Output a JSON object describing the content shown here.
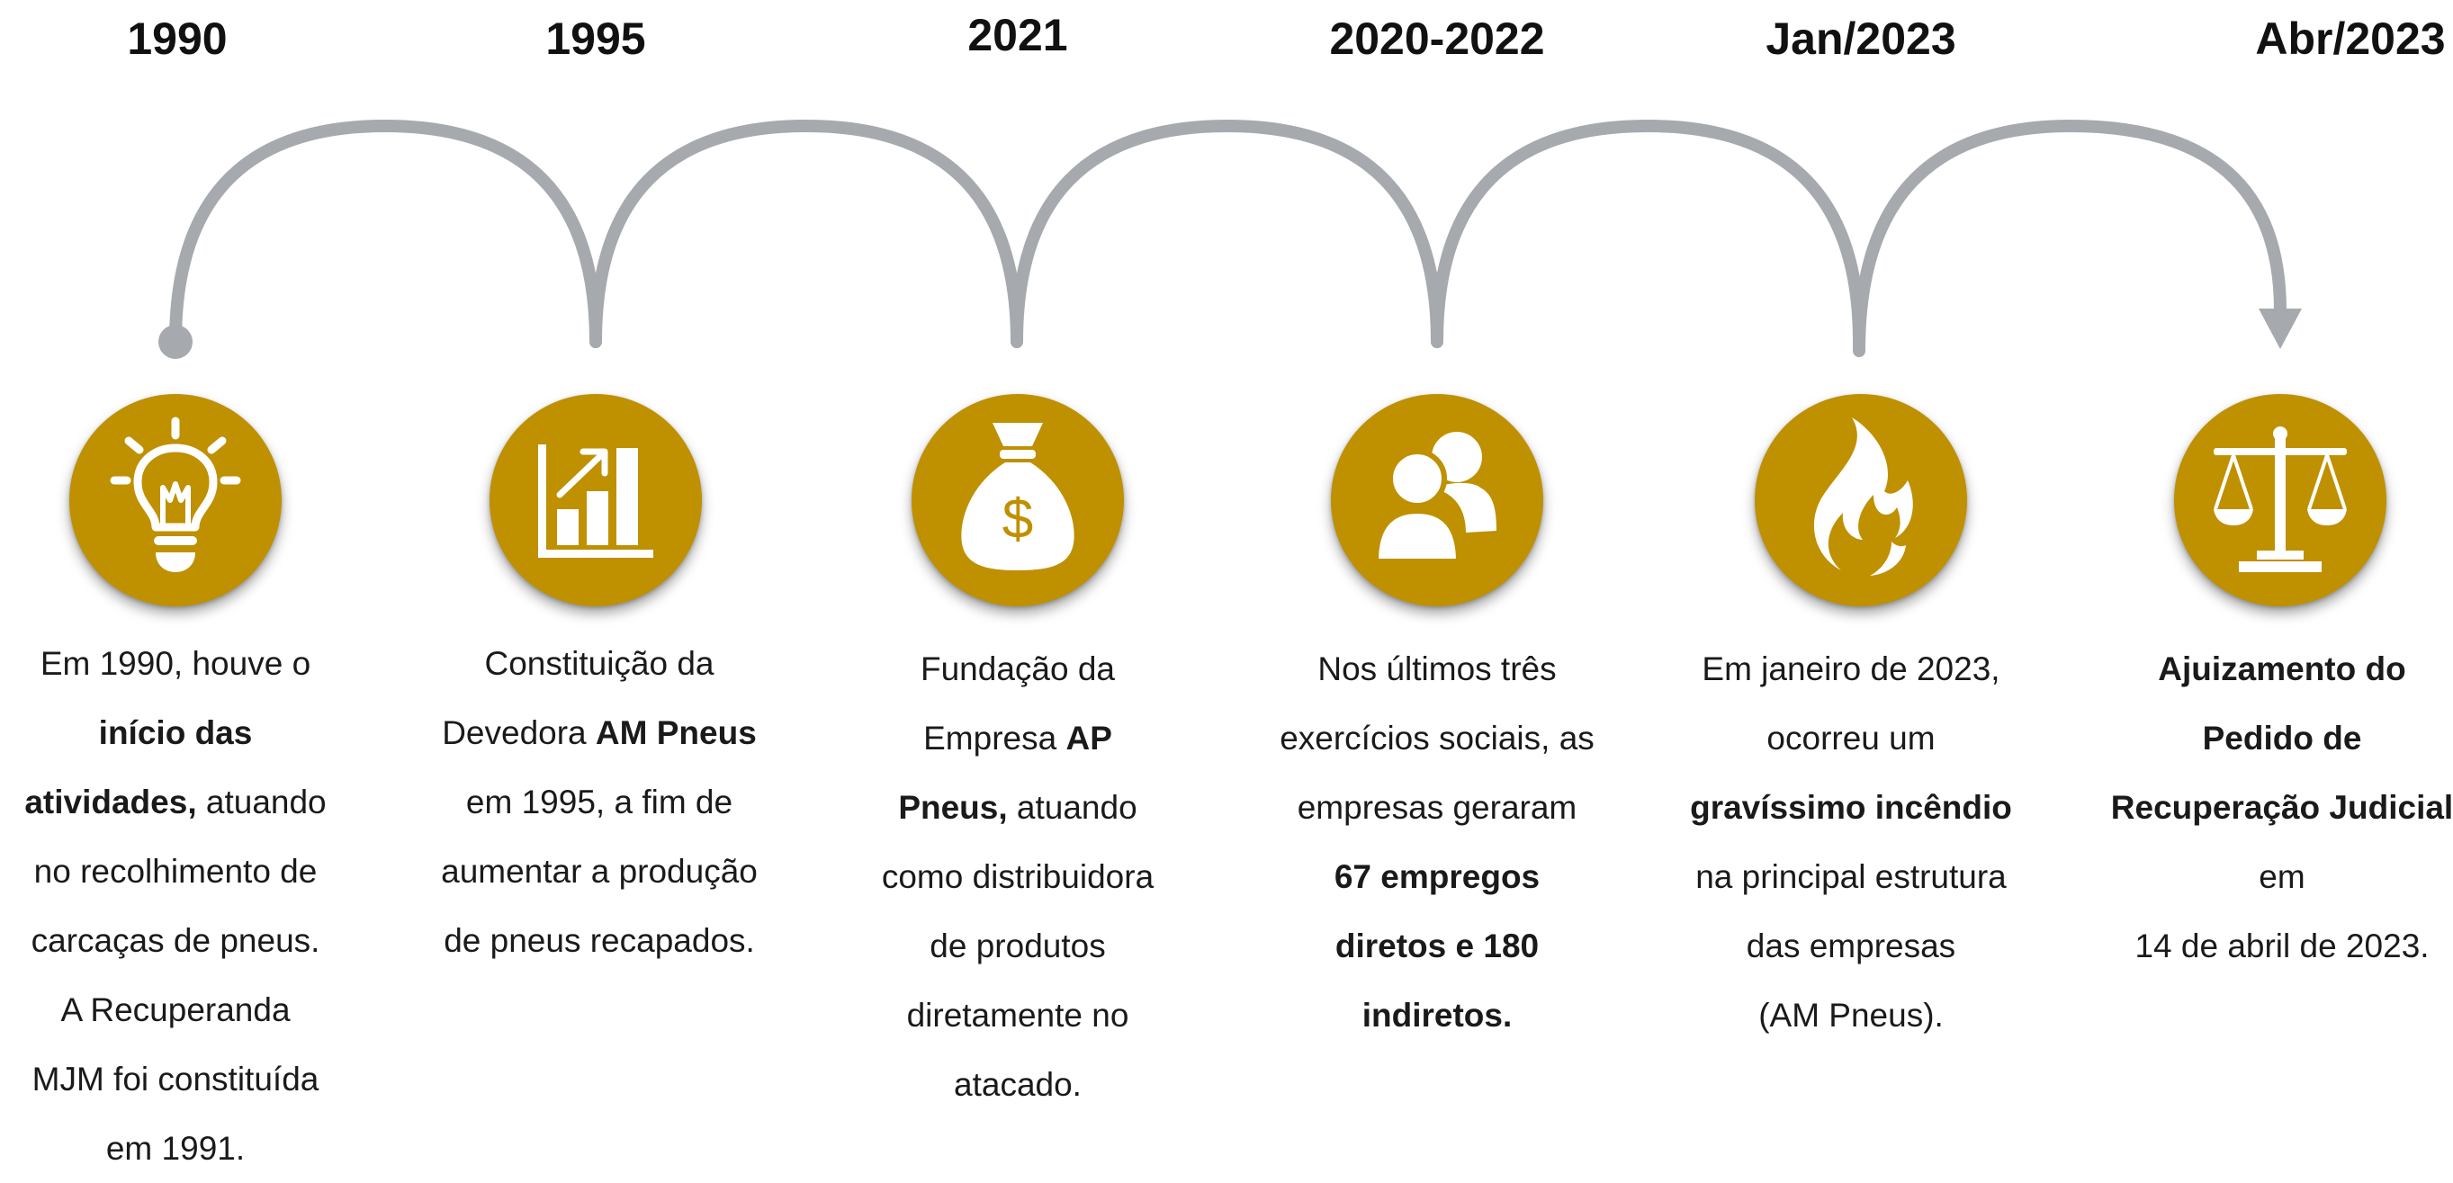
{
  "accent_color": "#bf9000",
  "connector_color": "#a6a9ae",
  "milestones": [
    {
      "year": "1990",
      "icon": "lightbulb-icon",
      "lines": [
        [
          {
            "t": "Em 1990, houve o",
            "b": false
          }
        ],
        [
          {
            "t": "início das",
            "b": true
          }
        ],
        [
          {
            "t": "atividades,",
            "b": true
          },
          {
            "t": " atuando",
            "b": false
          }
        ],
        [
          {
            "t": "no recolhimento de",
            "b": false
          }
        ],
        [
          {
            "t": "carcaças de pneus.",
            "b": false
          }
        ],
        [
          {
            "t": "A Recuperanda",
            "b": false
          }
        ],
        [
          {
            "t": "MJM foi constituída",
            "b": false
          }
        ],
        [
          {
            "t": "em 1991.",
            "b": false
          }
        ]
      ]
    },
    {
      "year": "1995",
      "icon": "growth-chart-icon",
      "lines": [
        [
          {
            "t": "Constituição da",
            "b": false
          }
        ],
        [
          {
            "t": "Devedora ",
            "b": false
          },
          {
            "t": "AM Pneus",
            "b": true
          }
        ],
        [
          {
            "t": "em 1995, a fim de",
            "b": false
          }
        ],
        [
          {
            "t": "aumentar a produção",
            "b": false
          }
        ],
        [
          {
            "t": "de pneus recapados.",
            "b": false
          }
        ]
      ]
    },
    {
      "year": "2021",
      "icon": "money-bag-icon",
      "lines": [
        [
          {
            "t": "Fundação da",
            "b": false
          }
        ],
        [
          {
            "t": "Empresa ",
            "b": false
          },
          {
            "t": "AP",
            "b": true
          }
        ],
        [
          {
            "t": "Pneus,",
            "b": true
          },
          {
            "t": " atuando",
            "b": false
          }
        ],
        [
          {
            "t": "como distribuidora",
            "b": false
          }
        ],
        [
          {
            "t": "de produtos",
            "b": false
          }
        ],
        [
          {
            "t": "diretamente no",
            "b": false
          }
        ],
        [
          {
            "t": "atacado.",
            "b": false
          }
        ]
      ]
    },
    {
      "year": "2020-2022",
      "icon": "people-icon",
      "lines": [
        [
          {
            "t": "Nos últimos três",
            "b": false
          }
        ],
        [
          {
            "t": "exercícios sociais, as",
            "b": false
          }
        ],
        [
          {
            "t": "empresas geraram",
            "b": false
          }
        ],
        [
          {
            "t": "67 empregos",
            "b": true
          }
        ],
        [
          {
            "t": "diretos e 180",
            "b": true
          }
        ],
        [
          {
            "t": "indiretos.",
            "b": true
          }
        ]
      ]
    },
    {
      "year": "Jan/2023",
      "icon": "fire-icon",
      "lines": [
        [
          {
            "t": "Em janeiro de 2023,",
            "b": false
          }
        ],
        [
          {
            "t": "ocorreu um",
            "b": false
          }
        ],
        [
          {
            "t": "gravíssimo incêndio",
            "b": true
          }
        ],
        [
          {
            "t": "na principal estrutura",
            "b": false
          }
        ],
        [
          {
            "t": "das empresas",
            "b": false
          }
        ],
        [
          {
            "t": "(AM Pneus).",
            "b": false
          }
        ]
      ]
    },
    {
      "year": "Abr/2023",
      "icon": "scales-of-justice-icon",
      "lines": [
        [
          {
            "t": "Ajuizamento do",
            "b": true
          }
        ],
        [
          {
            "t": "Pedido de",
            "b": true
          }
        ],
        [
          {
            "t": "Recuperação Judicial",
            "b": true
          }
        ],
        [
          {
            "t": "em",
            "b": false
          }
        ],
        [
          {
            "t": "14 de abril de 2023.",
            "b": false
          }
        ]
      ]
    }
  ]
}
